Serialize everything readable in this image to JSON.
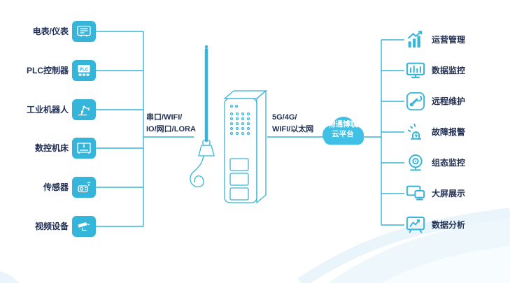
{
  "colors": {
    "accent": "#35b5d9",
    "cloud": "#41c0e5",
    "text": "#223054",
    "wash": "#edf7fc"
  },
  "left_devices": [
    {
      "label": "电表/仪表",
      "icon": "meter-icon"
    },
    {
      "label": "PLC控制器",
      "icon": "plc-icon",
      "icon_text": "PLC"
    },
    {
      "label": "工业机器人",
      "icon": "robot-arm-icon"
    },
    {
      "label": "数控机床",
      "icon": "cnc-machine-icon"
    },
    {
      "label": "传感器",
      "icon": "sensor-icon"
    },
    {
      "label": "视频设备",
      "icon": "cctv-camera-icon"
    }
  ],
  "uplink_label": {
    "line1": "串口/WIFI/",
    "line2": "IO/网口/LORA"
  },
  "wan_label": {
    "line1": "5G/4G/",
    "line2": "WIFI/以太网"
  },
  "cloud": {
    "line1": "物通博联",
    "line2": "云平台"
  },
  "right_functions": [
    {
      "label": "运营管理",
      "icon": "growth-chart-icon"
    },
    {
      "label": "数据监控",
      "icon": "monitor-chart-icon"
    },
    {
      "label": "远程维护",
      "icon": "wrench-icon"
    },
    {
      "label": "故障报警",
      "icon": "alarm-icon"
    },
    {
      "label": "组态监控",
      "icon": "webcam-icon"
    },
    {
      "label": "大屏展示",
      "icon": "dual-screen-icon"
    },
    {
      "label": "数据分析",
      "icon": "chart-board-icon"
    }
  ]
}
